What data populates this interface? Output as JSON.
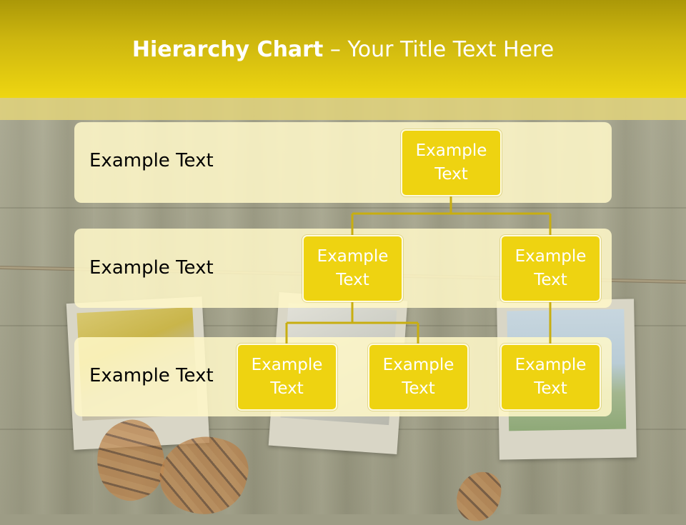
{
  "slide": {
    "title_bold": "Hierarchy Chart",
    "title_rest": " – Your Title Text Here",
    "colors": {
      "header": "#eed611",
      "node_fill": "#eed311",
      "node_text": "#ffffff",
      "row_fill": "#fff8c8",
      "connector": "#c8ae10"
    }
  },
  "levels": [
    {
      "label": "Example Text"
    },
    {
      "label": "Example Text"
    },
    {
      "label": "Example Text"
    }
  ],
  "nodes": {
    "root": "Example\nText",
    "level2_left": "Example\nText",
    "level2_right": "Example\nText",
    "level3_left": "Example\nText",
    "level3_middle": "Example\nText",
    "level3_right": "Example\nText"
  }
}
